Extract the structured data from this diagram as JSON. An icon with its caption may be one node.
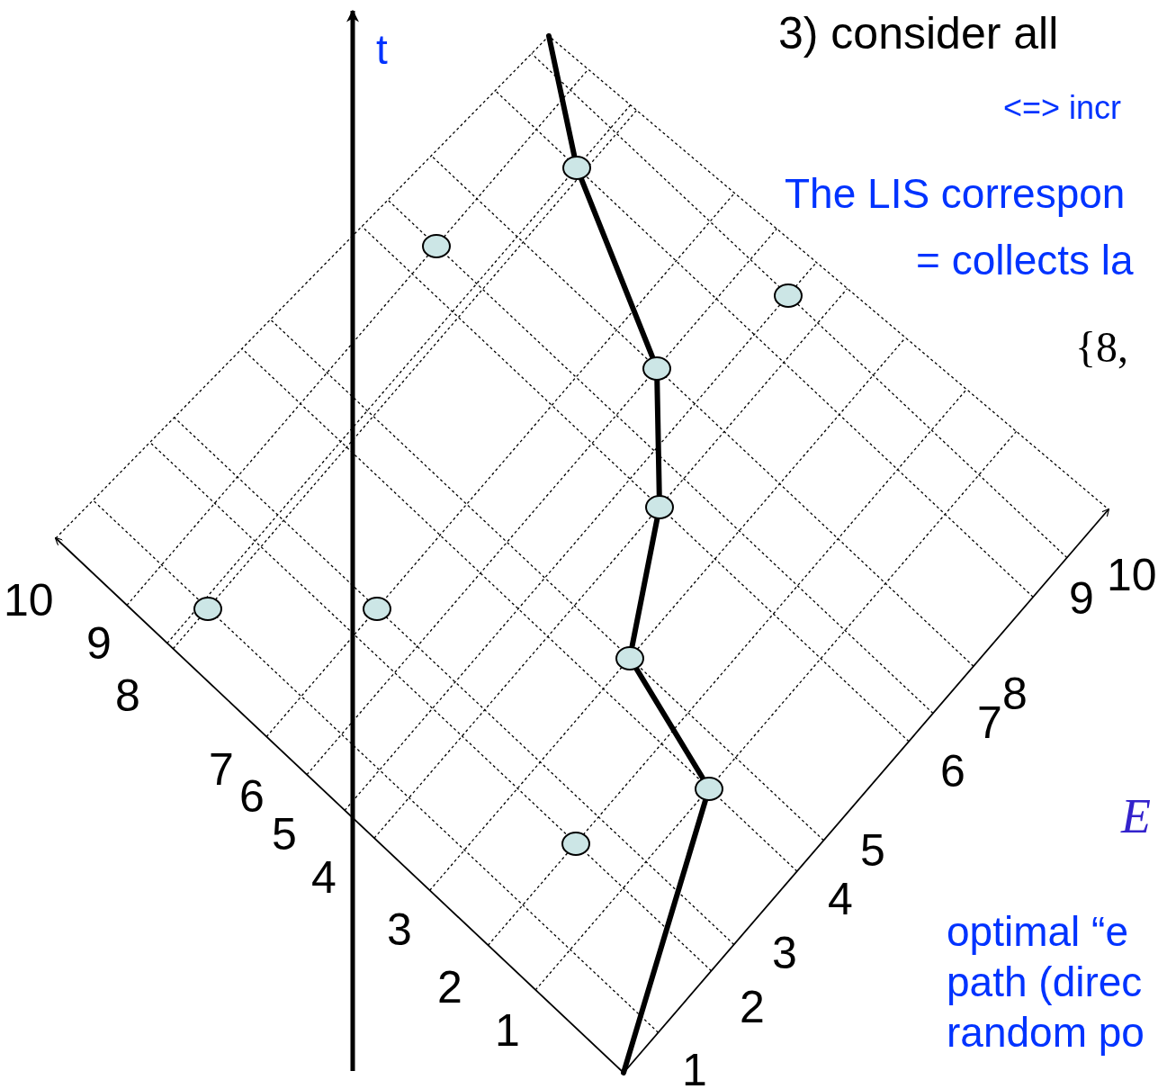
{
  "diagram": {
    "nodes": [
      {
        "text": [],
        "shape": "circle"
      },
      {
        "text": [],
        "shape": "circle"
      },
      {
        "text": [],
        "shape": "circle"
      },
      {
        "text": [],
        "shape": "circle"
      },
      {
        "text": [],
        "shape": "circle"
      },
      {
        "text": [],
        "shape": "circle"
      },
      {
        "text": [],
        "shape": "circle"
      },
      {
        "text": [],
        "shape": "circle"
      },
      {
        "text": [],
        "shape": "circle"
      },
      {
        "text": [],
        "shape": "circle"
      }
    ],
    "edges": [
      {
        "from": null,
        "to": 0,
        "arrow": "none"
      },
      {
        "from": 0,
        "to": 3,
        "arrow": "none"
      },
      {
        "from": 3,
        "to": 4,
        "arrow": "none"
      },
      {
        "from": 4,
        "to": 7,
        "arrow": "none"
      },
      {
        "from": 7,
        "to": 8,
        "arrow": "none"
      },
      {
        "from": 8,
        "to": null,
        "arrow": "none"
      }
    ],
    "labels": [
      "3) consider all",
      "t",
      "<=> incr",
      "The LIS correspon",
      "= collects la",
      "{8,",
      "10",
      "9",
      "8",
      "7",
      "6",
      "5",
      "4",
      "3",
      "2",
      "1",
      "1",
      "2",
      "3",
      "4",
      "5",
      "6",
      "7",
      "8",
      "9",
      "10",
      "E",
      "optimal “e",
      "path (direc",
      "random po"
    ]
  }
}
